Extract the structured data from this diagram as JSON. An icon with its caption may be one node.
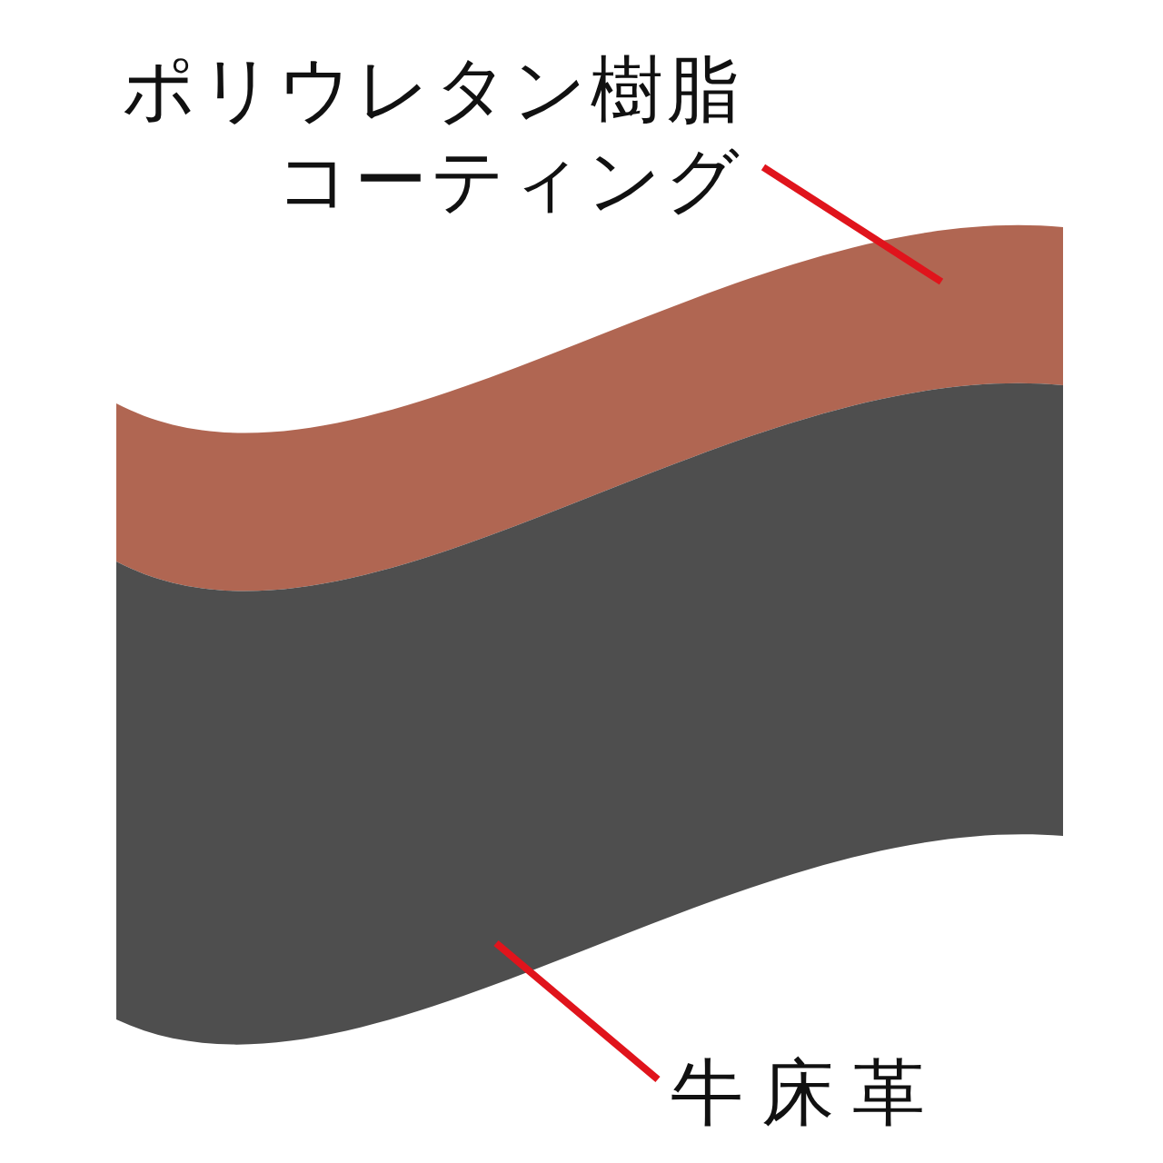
{
  "diagram": {
    "nodes": [
      {
        "text": [
          "ポリウレタン樹脂コーティング"
        ]
      },
      {
        "text": [],
        "shape": "band"
      },
      {
        "text": [],
        "shape": "band"
      },
      {
        "text": [
          "牛床革"
        ]
      }
    ],
    "edges": [
      {
        "from": 0,
        "to": 1,
        "arrow": "none"
      },
      {
        "from": 3,
        "to": 2,
        "arrow": "none"
      }
    ]
  }
}
